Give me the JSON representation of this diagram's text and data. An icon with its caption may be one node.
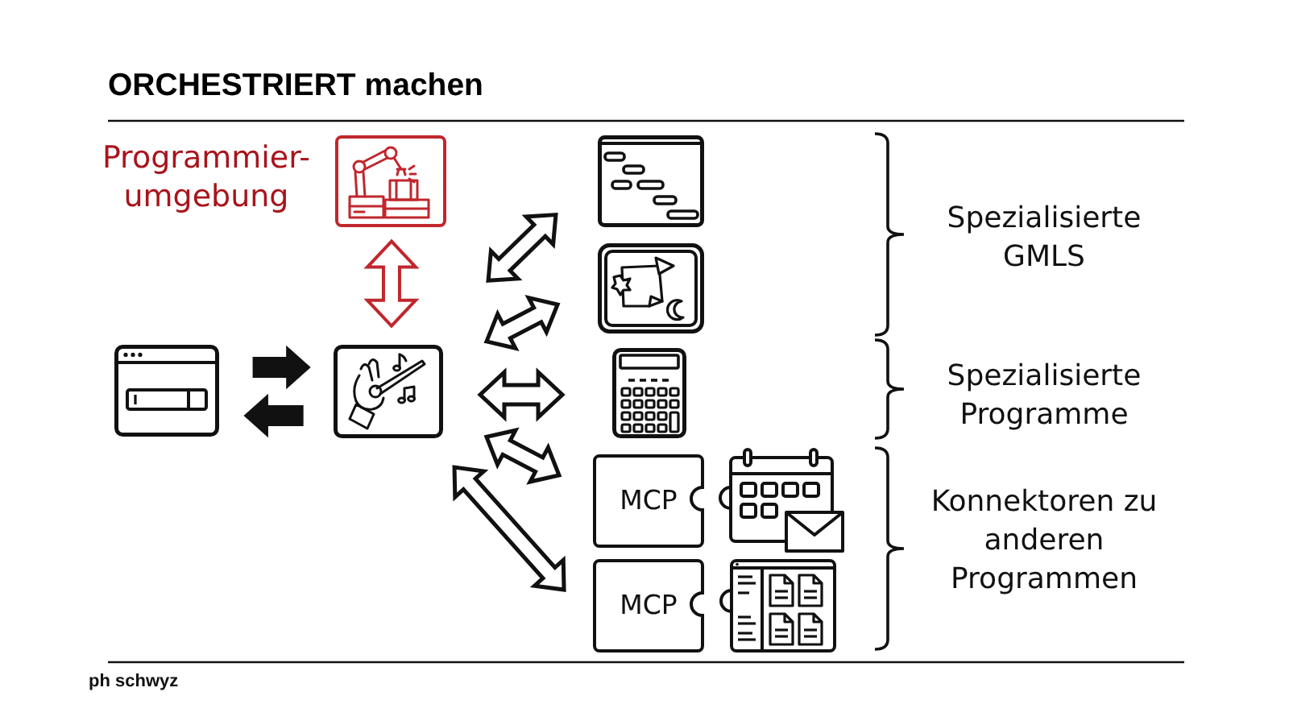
{
  "diagram": {
    "title": "ORCHESTRIERT machen",
    "nodes": [
      {
        "text": [],
        "shape": "picture"
      },
      {
        "text": [],
        "shape": "picture"
      },
      {
        "text": [],
        "shape": "picture",
        "beside": [
          "Programmier- umgebung"
        ]
      },
      {
        "text": [],
        "shape": "picture"
      },
      {
        "text": [],
        "shape": "picture"
      },
      {
        "text": [],
        "shape": "picture"
      },
      {
        "text": [
          "MCP"
        ]
      },
      {
        "text": [],
        "shape": "picture"
      },
      {
        "text": [
          "MCP"
        ]
      },
      {
        "text": [],
        "shape": "picture"
      }
    ],
    "edges": [
      {
        "from": 0,
        "to": 1,
        "arrow": "to",
        "style": "thick"
      },
      {
        "from": 1,
        "to": 0,
        "arrow": "to",
        "style": "thick"
      },
      {
        "from": 2,
        "to": 1,
        "arrow": "both",
        "color": "#c0272d"
      },
      {
        "from": 1,
        "to": 3,
        "arrow": "both"
      },
      {
        "from": 1,
        "to": 4,
        "arrow": "both"
      },
      {
        "from": 1,
        "to": 5,
        "arrow": "both"
      },
      {
        "from": 1,
        "to": 6,
        "arrow": "both"
      },
      {
        "from": 1,
        "to": 8,
        "arrow": "both"
      }
    ],
    "labels": [
      "Spezialisierte GMLS",
      "Spezialisierte Programme",
      "Konnektoren zu anderen Programmen",
      "ph schwyz"
    ]
  }
}
